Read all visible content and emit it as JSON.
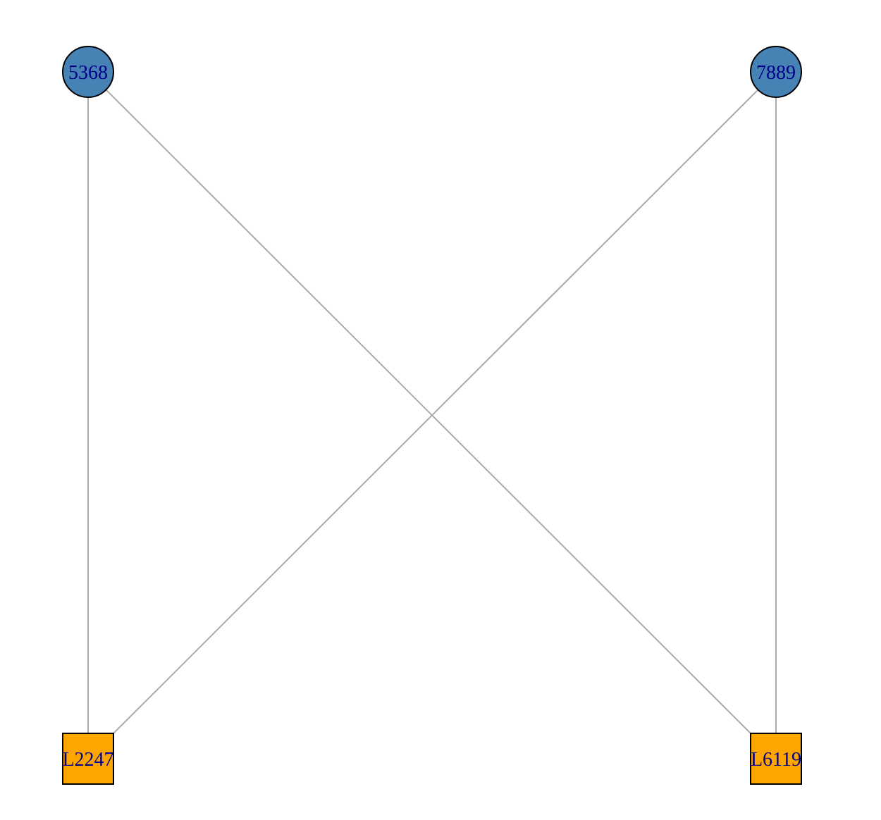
{
  "graph": {
    "colors": {
      "circle_fill": "#4682b4",
      "square_fill": "#ffa500",
      "label": "#00008b",
      "edge": "#aaaaaa"
    },
    "nodes": [
      {
        "id": "5368",
        "label": "5368",
        "shape": "circle"
      },
      {
        "id": "7889",
        "label": "7889",
        "shape": "circle"
      },
      {
        "id": "L2247",
        "label": "L2247",
        "shape": "square"
      },
      {
        "id": "L6119",
        "label": "L6119",
        "shape": "square"
      }
    ],
    "edges": [
      {
        "source": "5368",
        "target": "L2247"
      },
      {
        "source": "5368",
        "target": "L6119"
      },
      {
        "source": "7889",
        "target": "L2247"
      },
      {
        "source": "7889",
        "target": "L6119"
      }
    ]
  }
}
